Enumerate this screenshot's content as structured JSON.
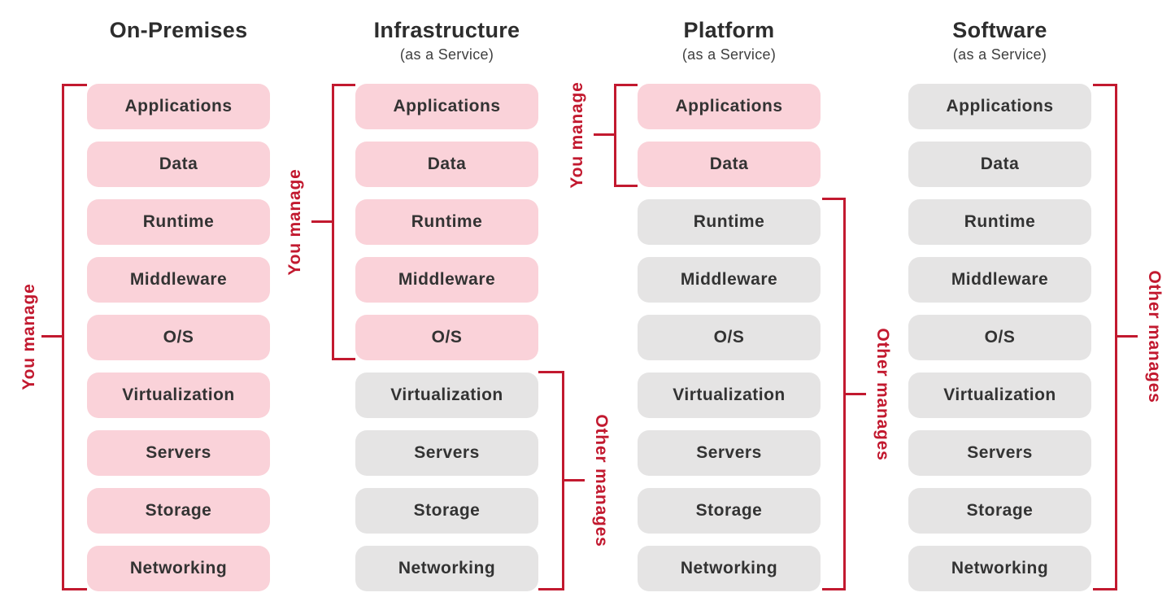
{
  "layers": [
    "Applications",
    "Data",
    "Runtime",
    "Middleware",
    "O/S",
    "Virtualization",
    "Servers",
    "Storage",
    "Networking"
  ],
  "labels": {
    "you_manage": "You manage",
    "other_manages": "Other manages"
  },
  "columns": [
    {
      "title": "On-Premises",
      "subtitle": "",
      "you_manage_count": 9
    },
    {
      "title": "Infrastructure",
      "subtitle": "(as a Service)",
      "you_manage_count": 5
    },
    {
      "title": "Platform",
      "subtitle": "(as a Service)",
      "you_manage_count": 2
    },
    {
      "title": "Software",
      "subtitle": "(as a Service)",
      "you_manage_count": 0
    }
  ],
  "colors": {
    "you_manage_fill": "#fad2d9",
    "other_manages_fill": "#e5e4e4",
    "bracket_red": "#c2192f",
    "layer_text": "#333333",
    "title_text": "#2d2d2d"
  }
}
